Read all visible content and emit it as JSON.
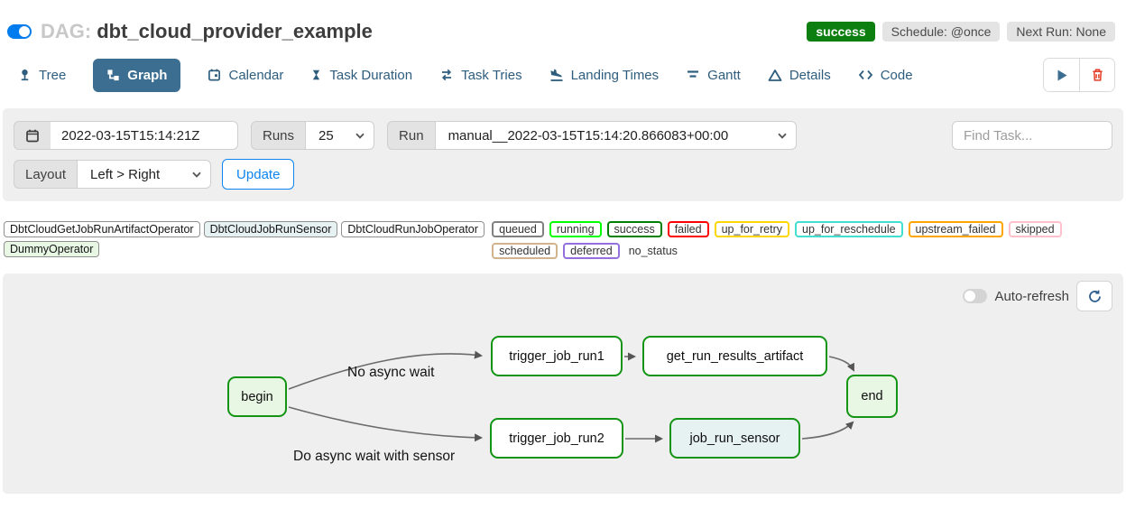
{
  "header": {
    "dag_prefix": "DAG:",
    "dag_title": "dbt_cloud_provider_example",
    "status_badge": "success",
    "schedule_badge": "Schedule: @once",
    "next_run_badge": "Next Run: None"
  },
  "tabs": {
    "items": [
      {
        "label": "Tree",
        "icon": "tree-icon",
        "active": false
      },
      {
        "label": "Graph",
        "icon": "graph-icon",
        "active": true
      },
      {
        "label": "Calendar",
        "icon": "calendar-icon",
        "active": false
      },
      {
        "label": "Task Duration",
        "icon": "hourglass-icon",
        "active": false
      },
      {
        "label": "Task Tries",
        "icon": "repeat-icon",
        "active": false
      },
      {
        "label": "Landing Times",
        "icon": "plane-landing-icon",
        "active": false
      },
      {
        "label": "Gantt",
        "icon": "gantt-icon",
        "active": false
      },
      {
        "label": "Details",
        "icon": "triangle-icon",
        "active": false
      },
      {
        "label": "Code",
        "icon": "code-icon",
        "active": false
      }
    ],
    "actions": {
      "play": "play-icon",
      "delete": "trash-icon"
    }
  },
  "filter": {
    "base_date_value": "2022-03-15T15:14:21Z",
    "runs_label": "Runs",
    "runs_value": "25",
    "run_label": "Run",
    "run_value": "manual__2022-03-15T15:14:20.866083+00:00",
    "find_task_placeholder": "Find Task...",
    "layout_label": "Layout",
    "layout_value": "Left > Right",
    "update_label": "Update"
  },
  "legend": {
    "operators": [
      {
        "label": "DbtCloudGetJobRunArtifactOperator",
        "fill": "#ffffff"
      },
      {
        "label": "DbtCloudJobRunSensor",
        "fill": "#e6f1f2"
      },
      {
        "label": "DbtCloudRunJobOperator",
        "fill": "#ffffff"
      },
      {
        "label": "DummyOperator",
        "fill": "#e8f7e4"
      }
    ],
    "statuses": [
      {
        "label": "queued",
        "color": "#808080"
      },
      {
        "label": "running",
        "color": "#00ff00"
      },
      {
        "label": "success",
        "color": "#008000"
      },
      {
        "label": "failed",
        "color": "#ff0000"
      },
      {
        "label": "up_for_retry",
        "color": "#ffd700"
      },
      {
        "label": "up_for_reschedule",
        "color": "#40e0d0"
      },
      {
        "label": "upstream_failed",
        "color": "#ffa500"
      },
      {
        "label": "skipped",
        "color": "#ffc0cb"
      },
      {
        "label": "scheduled",
        "color": "#d2b48c"
      },
      {
        "label": "deferred",
        "color": "#9370db"
      }
    ],
    "no_status_label": "no_status"
  },
  "graph": {
    "auto_refresh_label": "Auto-refresh",
    "edge_labels": {
      "top": "No async wait",
      "bottom": "Do async wait with sensor"
    },
    "nodes": [
      {
        "id": "begin",
        "label": "begin",
        "fill": "#e8f7e4",
        "state": "success"
      },
      {
        "id": "trigger_job_run1",
        "label": "trigger_job_run1",
        "fill": "#ffffff",
        "state": "success"
      },
      {
        "id": "get_run_results_artifact",
        "label": "get_run_results_artifact",
        "fill": "#ffffff",
        "state": "success"
      },
      {
        "id": "end",
        "label": "end",
        "fill": "#e8f7e4",
        "state": "success"
      },
      {
        "id": "trigger_job_run2",
        "label": "trigger_job_run2",
        "fill": "#ffffff",
        "state": "success"
      },
      {
        "id": "job_run_sensor",
        "label": "job_run_sensor",
        "fill": "#e6f1f2",
        "state": "success"
      }
    ]
  },
  "colors": {
    "accent_blue": "#017cee",
    "tab_active_bg": "#3c6e91",
    "success_badge_bg": "#0d7f11",
    "node_border_success": "#149414",
    "edge_stroke": "#6b6b6b"
  }
}
